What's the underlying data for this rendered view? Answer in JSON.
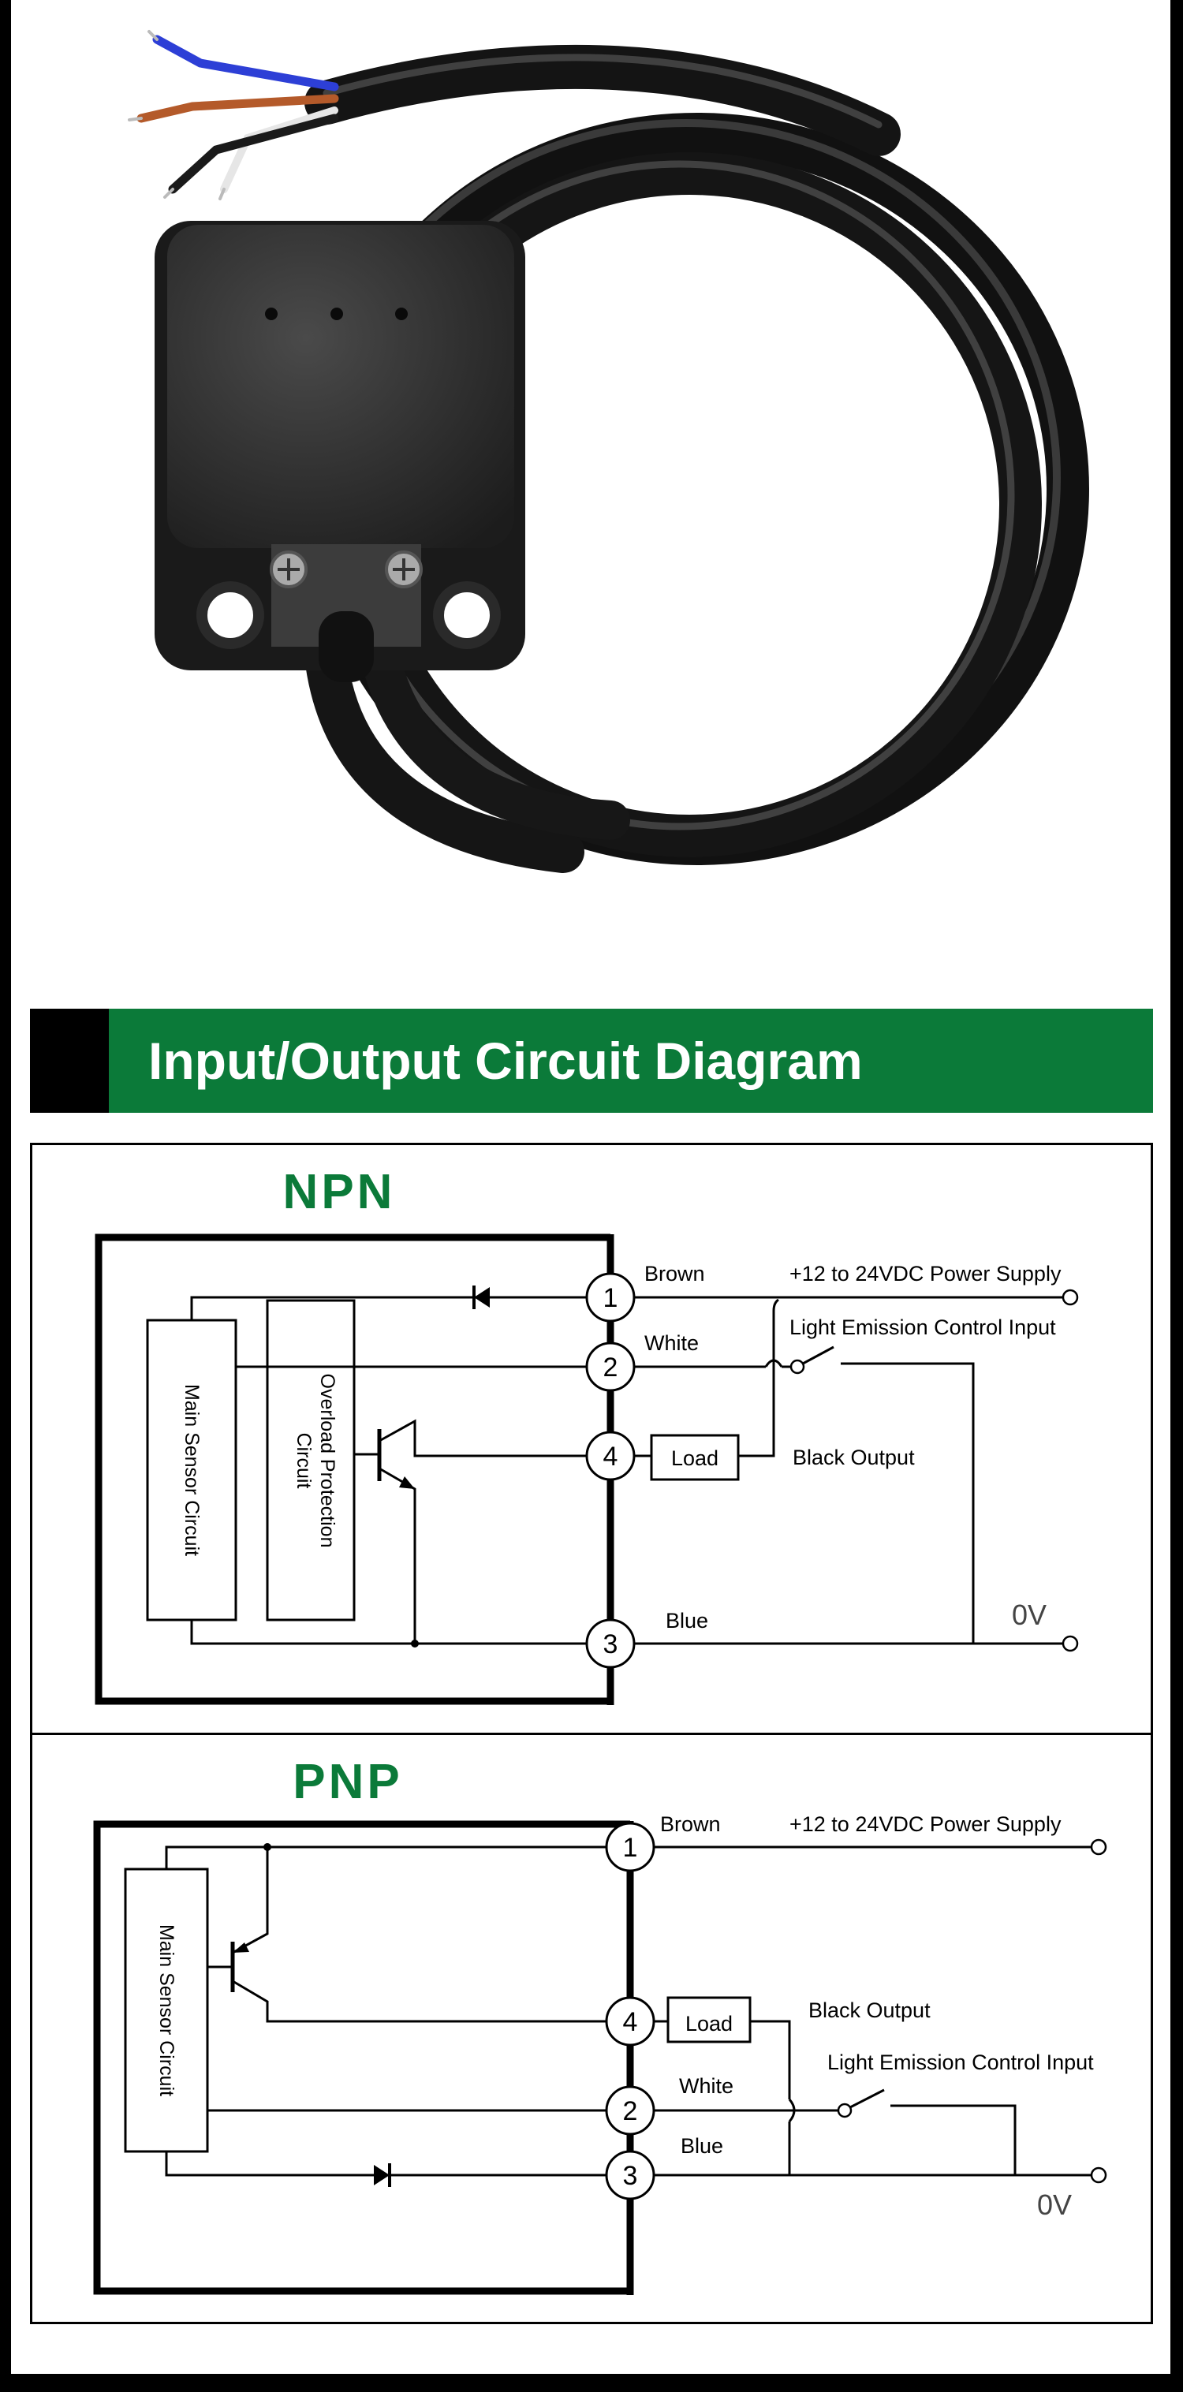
{
  "banner": {
    "title": "Input/Output Circuit Diagram"
  },
  "colors": {
    "brand_green": "#0b7a39",
    "wire_blue": "#2d3fd6",
    "wire_brown": "#b45a2a",
    "wire_white": "#e8e8e8",
    "wire_black": "#1a1a1a"
  },
  "npn": {
    "heading": "NPN",
    "main_sensor_label": "Main Sensor Circuit",
    "overload_label_1": "Overload Protection",
    "overload_label_2": "Circuit",
    "terminals": [
      "1",
      "2",
      "4",
      "3"
    ],
    "wire_brown": "Brown",
    "wire_white": "White",
    "wire_blue": "Blue",
    "supply": "+12 to 24VDC Power Supply",
    "emission": "Light Emission Control Input",
    "load": "Load",
    "output": "Black Output",
    "zero_volt": "0V"
  },
  "pnp": {
    "heading": "PNP",
    "main_sensor_label": "Main Sensor Circuit",
    "terminals": [
      "1",
      "4",
      "2",
      "3"
    ],
    "wire_brown": "Brown",
    "wire_white": "White",
    "wire_blue": "Blue",
    "supply": "+12 to 24VDC Power Supply",
    "emission": "Light Emission Control Input",
    "load": "Load",
    "output": "Black Output",
    "zero_volt": "0V"
  }
}
